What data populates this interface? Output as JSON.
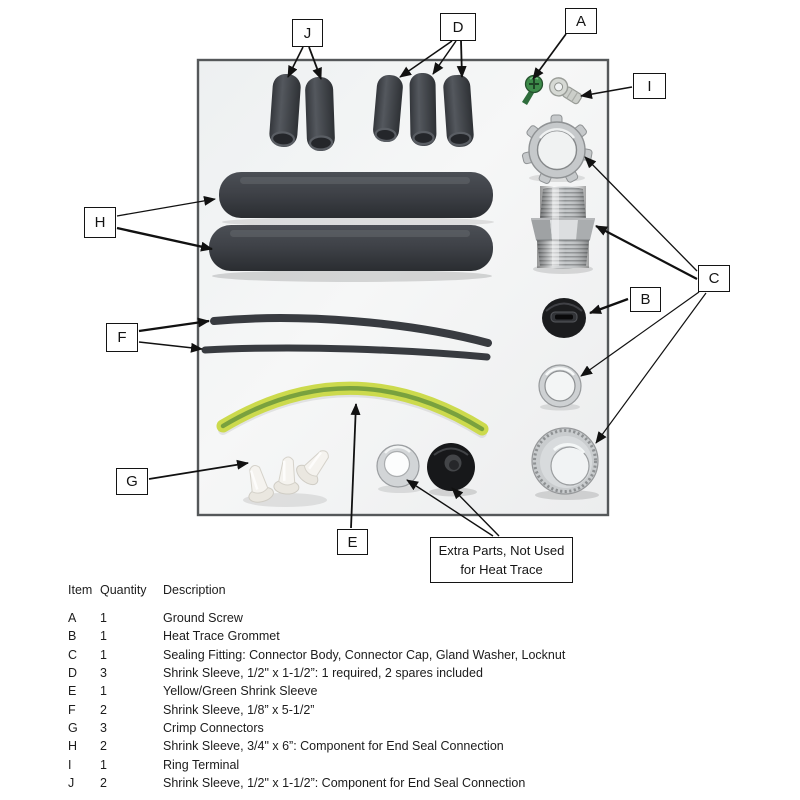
{
  "figure": {
    "callouts": {
      "A": "A",
      "B": "B",
      "C": "C",
      "D": "D",
      "E": "E",
      "F": "F",
      "G": "G",
      "H": "H",
      "I": "I",
      "J": "J"
    },
    "note": {
      "line1": "Extra Parts, Not Used",
      "line2": "for Heat Trace"
    },
    "parts": [
      "shrink-sleeve-small-j-1",
      "shrink-sleeve-small-j-2",
      "shrink-sleeve-small-d-1",
      "shrink-sleeve-small-d-2",
      "shrink-sleeve-small-d-3",
      "ground-screw",
      "ring-terminal",
      "locknut",
      "connector-body",
      "shrink-sleeve-large-h-1",
      "shrink-sleeve-large-h-2",
      "heat-trace-grommet",
      "gland-washer",
      "connector-cap",
      "shrink-sleeve-thin-f-1",
      "shrink-sleeve-thin-f-2",
      "yellow-green-shrink-sleeve",
      "crimp-connectors",
      "extra-washer",
      "extra-grommet"
    ],
    "colors": {
      "sleeve_dark": "#3c3f44",
      "sleeve_yellow": "#ccda4d",
      "sleeve_green_stripe": "#79a13e",
      "ground_screw_green": "#3d8b4a",
      "metal_silver": "#c6c9cb",
      "grommet_black": "#17181a",
      "arrow_black": "#111111",
      "photo_bg": "#eef0f1"
    }
  },
  "table": {
    "headers": [
      "Item",
      "Quantity",
      "Description"
    ],
    "rows": [
      [
        "A",
        "1",
        "Ground Screw"
      ],
      [
        "B",
        "1",
        "Heat Trace Grommet"
      ],
      [
        "C",
        "1",
        "Sealing Fitting: Connector Body, Connector Cap, Gland Washer, Locknut"
      ],
      [
        "D",
        "3",
        "Shrink Sleeve, 1/2\" x 1-1/2”: 1 required, 2 spares included"
      ],
      [
        "E",
        "1",
        "Yellow/Green Shrink Sleeve"
      ],
      [
        "F",
        "2",
        "Shrink Sleeve, 1/8” x 5-1/2”"
      ],
      [
        "G",
        "3",
        "Crimp Connectors"
      ],
      [
        "H",
        "2",
        "Shrink Sleeve, 3/4\" x 6”: Component for End Seal Connection"
      ],
      [
        "I",
        "1",
        "Ring Terminal"
      ],
      [
        "J",
        "2",
        "Shrink Sleeve, 1/2\" x 1-1/2”: Component for End Seal Connection"
      ]
    ]
  }
}
